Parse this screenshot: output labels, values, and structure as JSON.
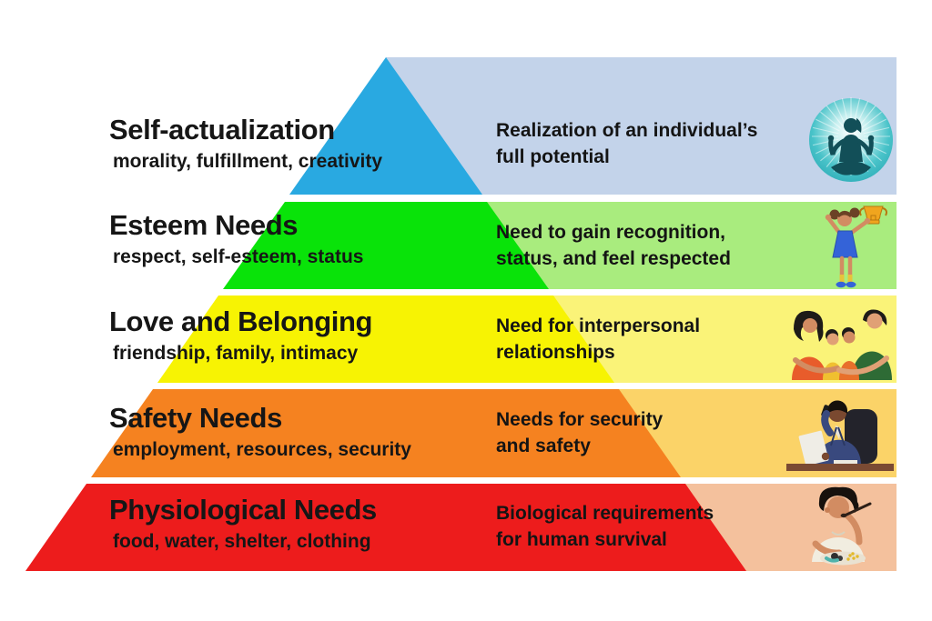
{
  "diagram": {
    "subject": "Maslow's Hierarchy of Needs pyramid",
    "background": "#ffffff",
    "text_color": "#161616"
  },
  "rows": [
    {
      "level": 1,
      "title": "Self-actualization",
      "subtitle": "morality, fulfillment, creativity",
      "desc_lines": [
        "Realization of an individual’s",
        "full potential"
      ],
      "icon": "meditation-icon",
      "colors": {
        "pyramid": "#29a9e1",
        "band": "#c3d3ea"
      }
    },
    {
      "level": 2,
      "title": "Esteem Needs",
      "subtitle": "respect, self-esteem, status",
      "desc_lines": [
        "Need to gain recognition,",
        "status, and feel respected"
      ],
      "icon": "trophy-girl-icon",
      "colors": {
        "pyramid": "#09e309",
        "band": "#a9ec7e"
      }
    },
    {
      "level": 3,
      "title": "Love and Belonging",
      "subtitle": "friendship, family, intimacy",
      "desc_lines": [
        "Need for interpersonal",
        "relationships"
      ],
      "icon": "family-icon",
      "colors": {
        "pyramid": "#f7f303",
        "band": "#faf378"
      }
    },
    {
      "level": 4,
      "title": "Safety Needs",
      "subtitle": "employment, resources, security",
      "desc_lines": [
        "Needs for security",
        "and safety"
      ],
      "icon": "man-at-desk-icon",
      "colors": {
        "pyramid": "#f58220",
        "band": "#fbd368"
      }
    },
    {
      "level": 5,
      "title": "Physiological Needs",
      "subtitle": "food, water, shelter, clothing",
      "desc_lines": [
        "Biological requirements",
        "for human survival"
      ],
      "icon": "person-eating-icon",
      "colors": {
        "pyramid": "#ed1c1c",
        "band": "#f4c19d"
      }
    }
  ]
}
